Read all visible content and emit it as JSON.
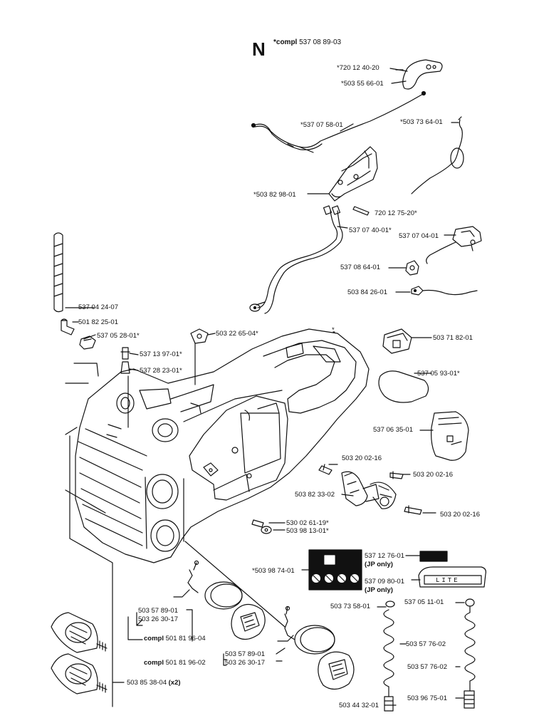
{
  "header": {
    "section_letter": "N",
    "compl_prefix": "*compl",
    "compl_number": "537 08 89-03"
  },
  "labels": {
    "p720_12_40_20": "*720 12 40-20",
    "p503_55_66_01": "*503 55 66-01",
    "p537_07_58_01": "*537 07 58-01",
    "p503_73_64_01": "*503 73 64-01",
    "p503_82_98_01": "*503 82 98-01",
    "p720_12_75_20": "720 12 75-20*",
    "p537_07_40_01": "537 07 40-01*",
    "p537_07_04_01": "537 07 04-01",
    "p537_08_64_01": "537 08 64-01",
    "p503_84_26_01": "503 84 26-01",
    "p537_04_24_07": "537 04 24-07",
    "p501_82_25_01": "501 82 25-01",
    "p537_05_28_01": "537 05 28-01*",
    "p503_22_65_04": "503 22 65-04*",
    "p503_71_82_01": "503 71 82-01",
    "p537_13_97_01": "537 13 97-01*",
    "p537_28_23_01": "537 28 23-01*",
    "p537_05_93_01": "537 05 93-01*",
    "p537_06_35_01": "537 06 35-01",
    "p503_20_02_16_a": "503 20 02-16",
    "p503_20_02_16_b": "503 20 02-16",
    "p503_82_33_02": "503 82 33-02",
    "p503_20_02_16_c": "503 20 02-16",
    "p530_02_61_19": "530 02 61-19*",
    "p503_98_13_01": "503 98 13-01*",
    "p503_98_74_01": "*503 98 74-01",
    "p537_12_76_01": "537 12 76-01",
    "jp_only_1": "(JP only)",
    "p537_09_80_01": "537 09 80-01",
    "jp_only_2": "(JP only)",
    "p503_73_58_01": "503 73 58-01",
    "p537_05_11_01": "537 05 11-01",
    "p503_57_89_01_a": "503 57 89-01",
    "p503_26_30_17_a": "503 26 30-17",
    "compl_501_81_96_04_prefix": "compl",
    "compl_501_81_96_04": "501 81 96-04",
    "p503_57_76_02_a": "503 57 76-02",
    "p503_57_89_01_b": "503 57 89-01",
    "compl_501_81_96_02_prefix": "compl",
    "compl_501_81_96_02": "501 81 96-02",
    "p503_26_30_17_b": "503 26 30-17",
    "p503_57_76_02_b": "503 57 76-02",
    "p503_85_38_04": "503 85 38-04",
    "p503_85_38_04_qty": "(x2)",
    "p503_44_32_01": "503 44 32-01",
    "p503_96_75_01": "503 96 75-01",
    "decal_text": "LITE",
    "asterisk_mark": "*"
  },
  "colors": {
    "ink": "#111111",
    "decal_dark": "#111111",
    "paper": "#ffffff"
  }
}
